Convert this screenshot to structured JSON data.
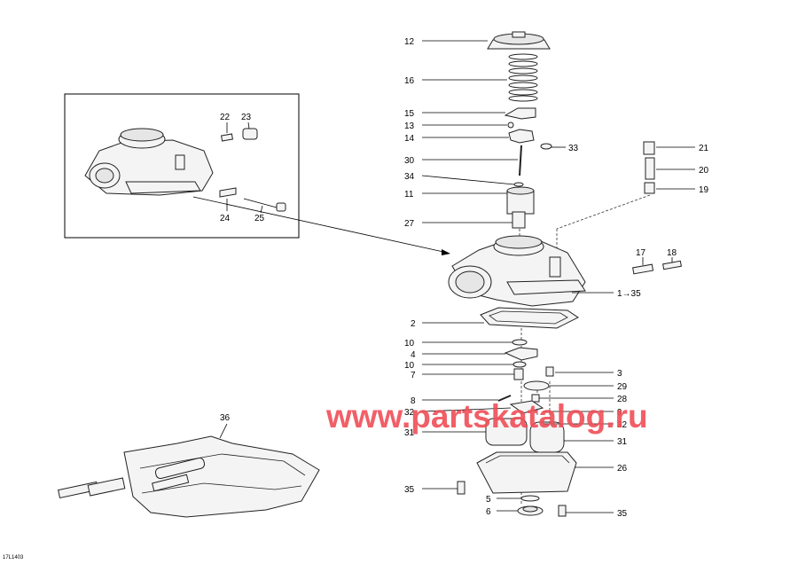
{
  "callouts": [
    {
      "id": "c12",
      "text": "12"
    },
    {
      "id": "c16",
      "text": "16"
    },
    {
      "id": "c15",
      "text": "15"
    },
    {
      "id": "c13",
      "text": "13"
    },
    {
      "id": "c14",
      "text": "14"
    },
    {
      "id": "c33",
      "text": "33"
    },
    {
      "id": "c30",
      "text": "30"
    },
    {
      "id": "c34",
      "text": "34"
    },
    {
      "id": "c11",
      "text": "11"
    },
    {
      "id": "c27",
      "text": "27"
    },
    {
      "id": "c21",
      "text": "21"
    },
    {
      "id": "c20",
      "text": "20"
    },
    {
      "id": "c19",
      "text": "19"
    },
    {
      "id": "c17",
      "text": "17"
    },
    {
      "id": "c18",
      "text": "18"
    },
    {
      "id": "c1",
      "text": "1→35"
    },
    {
      "id": "c2",
      "text": "2"
    },
    {
      "id": "c10a",
      "text": "10"
    },
    {
      "id": "c4",
      "text": "4"
    },
    {
      "id": "c10b",
      "text": "10"
    },
    {
      "id": "c7",
      "text": "7"
    },
    {
      "id": "c3",
      "text": "3"
    },
    {
      "id": "c29",
      "text": "29"
    },
    {
      "id": "c8",
      "text": "8"
    },
    {
      "id": "c28",
      "text": "28"
    },
    {
      "id": "c32a",
      "text": "32"
    },
    {
      "id": "c9",
      "text": "9"
    },
    {
      "id": "c32b",
      "text": "32"
    },
    {
      "id": "c31a",
      "text": "31"
    },
    {
      "id": "c31b",
      "text": "31"
    },
    {
      "id": "c26",
      "text": "26"
    },
    {
      "id": "c35a",
      "text": "35"
    },
    {
      "id": "c5",
      "text": "5"
    },
    {
      "id": "c6",
      "text": "6"
    },
    {
      "id": "c35b",
      "text": "35"
    },
    {
      "id": "c22",
      "text": "22"
    },
    {
      "id": "c23",
      "text": "23"
    },
    {
      "id": "c24",
      "text": "24"
    },
    {
      "id": "c25",
      "text": "25"
    },
    {
      "id": "c36",
      "text": "36"
    }
  ],
  "watermark": "www.partskatalog.ru",
  "drawing_code": "17L1403",
  "colors": {
    "watermark": "#f04e57",
    "line": "#000000",
    "background": "#ffffff"
  }
}
